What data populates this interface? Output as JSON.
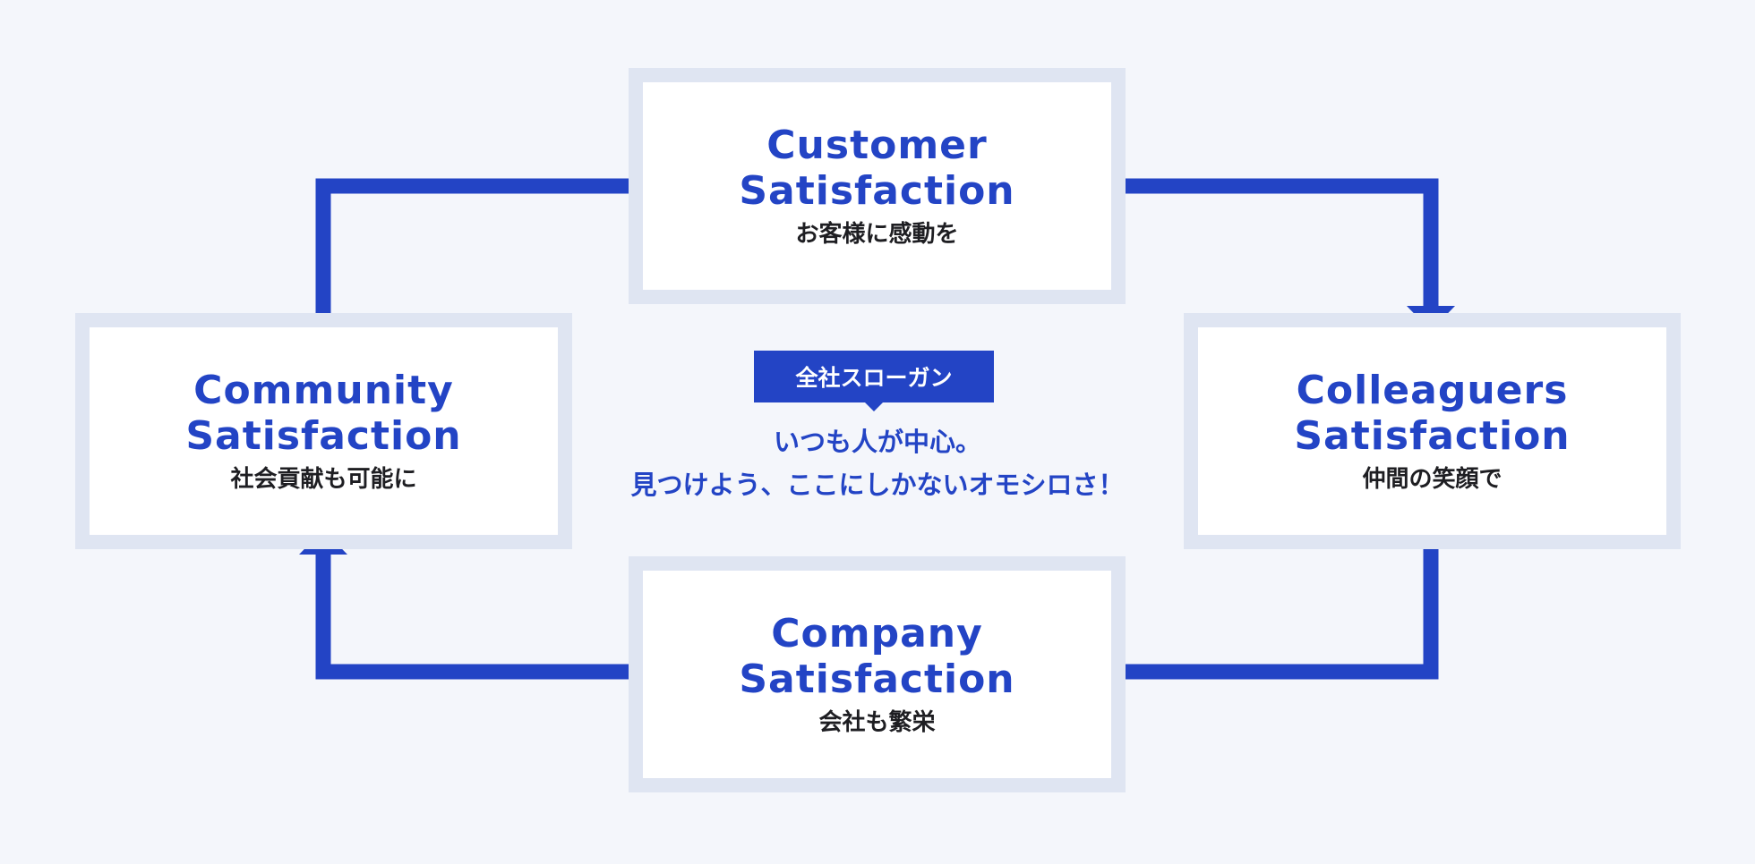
{
  "colors": {
    "accent": "#2344c5",
    "node_border": "#dfe5f2",
    "node_fill": "#ffffff",
    "background": "#f4f6fb",
    "subtitle_text": "#1e1e22"
  },
  "nodes": {
    "customer": {
      "title_line1": "Customer",
      "title_line2": "Satisfaction",
      "subtitle": "お客様に感動を"
    },
    "colleagues": {
      "title_line1": "Colleaguers",
      "title_line2": "Satisfaction",
      "subtitle": "仲間の笑顔で"
    },
    "company": {
      "title_line1": "Company",
      "title_line2": "Satisfaction",
      "subtitle": "会社も繁栄"
    },
    "community": {
      "title_line1": "Community",
      "title_line2": "Satisfaction",
      "subtitle": "社会貢献も可能に"
    }
  },
  "slogan": {
    "badge": "全社スローガン",
    "line1": "いつも人が中心。",
    "line2": "見つけよう、ここにしかないオモシロさ！"
  },
  "cycle": [
    {
      "from": "community",
      "to": "customer"
    },
    {
      "from": "customer",
      "to": "colleagues"
    },
    {
      "from": "colleagues",
      "to": "company"
    },
    {
      "from": "company",
      "to": "community"
    }
  ]
}
